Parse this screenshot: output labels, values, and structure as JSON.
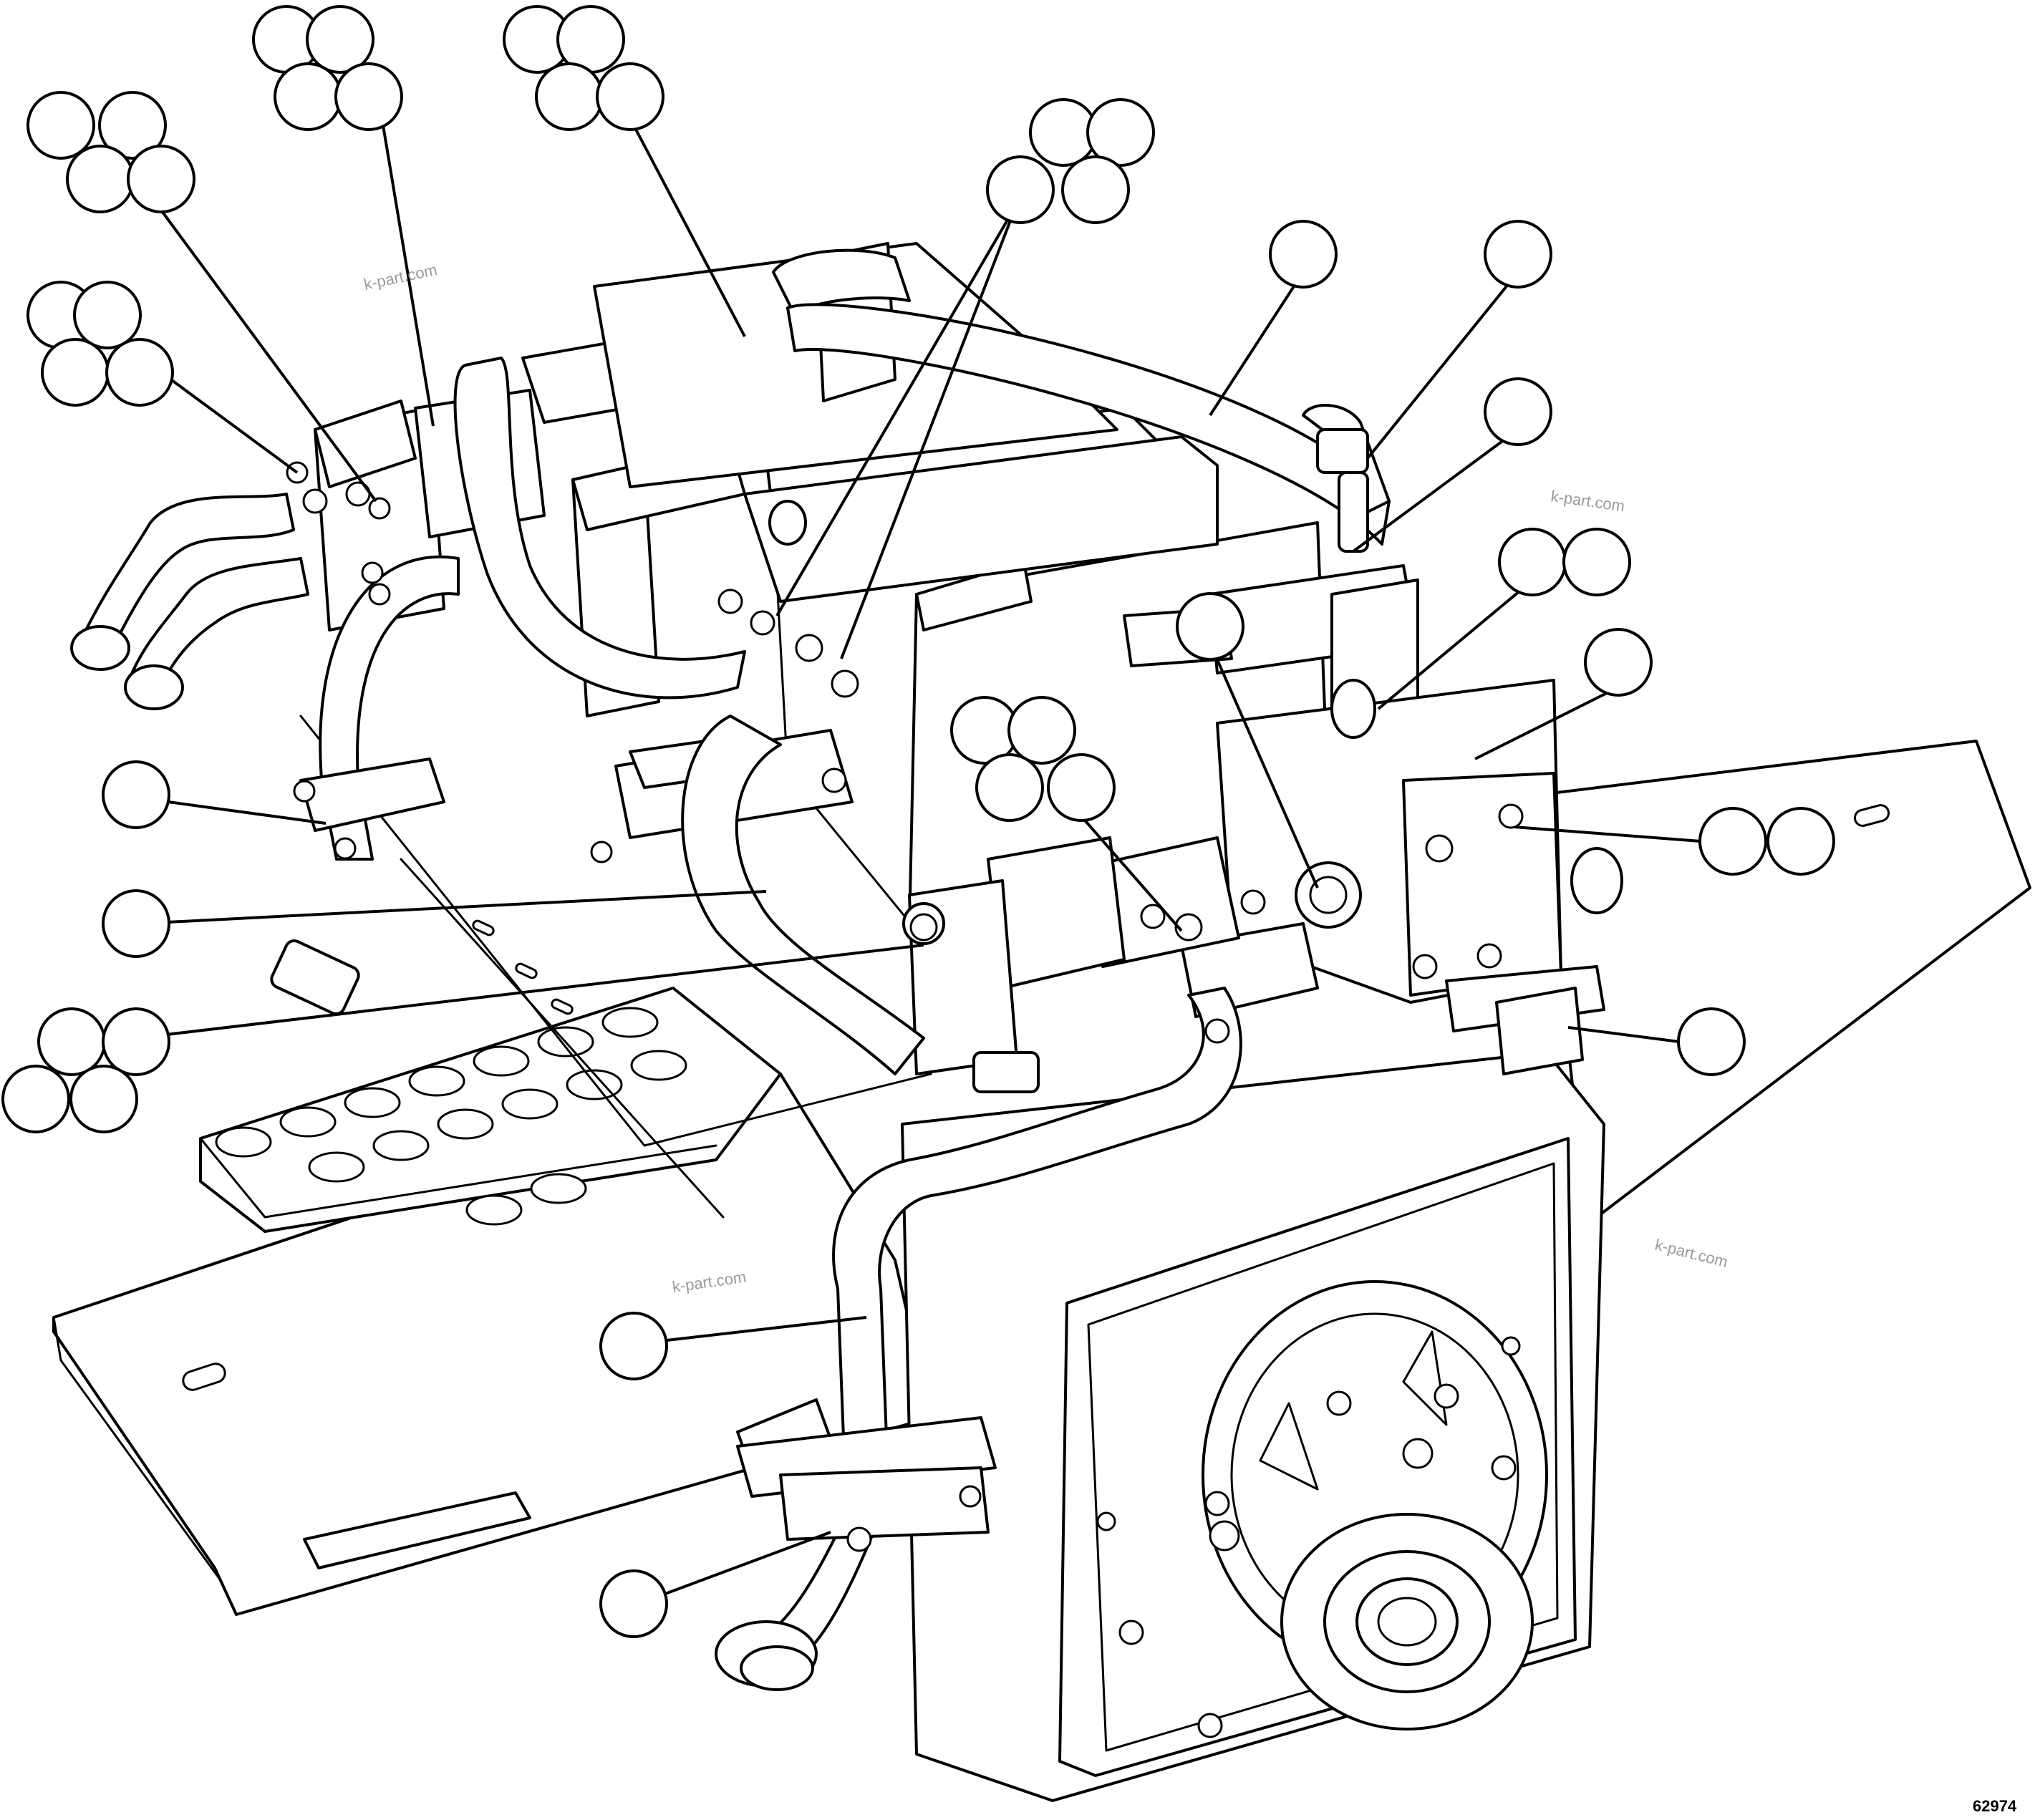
{
  "figure_number": "62974",
  "watermark_text": "k-part.com",
  "watermark_count": 4,
  "line_color": "#000000",
  "background_color": "#ffffff",
  "callout_groups": [
    {
      "id": "a",
      "balloons": 4
    },
    {
      "id": "b",
      "balloons": 4
    },
    {
      "id": "c",
      "balloons": 4
    },
    {
      "id": "d",
      "balloons": 4
    },
    {
      "id": "e",
      "balloons": 4
    },
    {
      "id": "f",
      "balloons": 1
    },
    {
      "id": "g",
      "balloons": 1
    },
    {
      "id": "h",
      "balloons": 1
    },
    {
      "id": "i",
      "balloons": 2
    },
    {
      "id": "j",
      "balloons": 1
    },
    {
      "id": "k",
      "balloons": 1
    },
    {
      "id": "l",
      "balloons": 4
    },
    {
      "id": "m",
      "balloons": 2
    },
    {
      "id": "n",
      "balloons": 1
    },
    {
      "id": "o",
      "balloons": 1
    },
    {
      "id": "p",
      "balloons": 1
    },
    {
      "id": "q",
      "balloons": 4
    },
    {
      "id": "r",
      "balloons": 1
    },
    {
      "id": "s",
      "balloons": 1
    }
  ]
}
